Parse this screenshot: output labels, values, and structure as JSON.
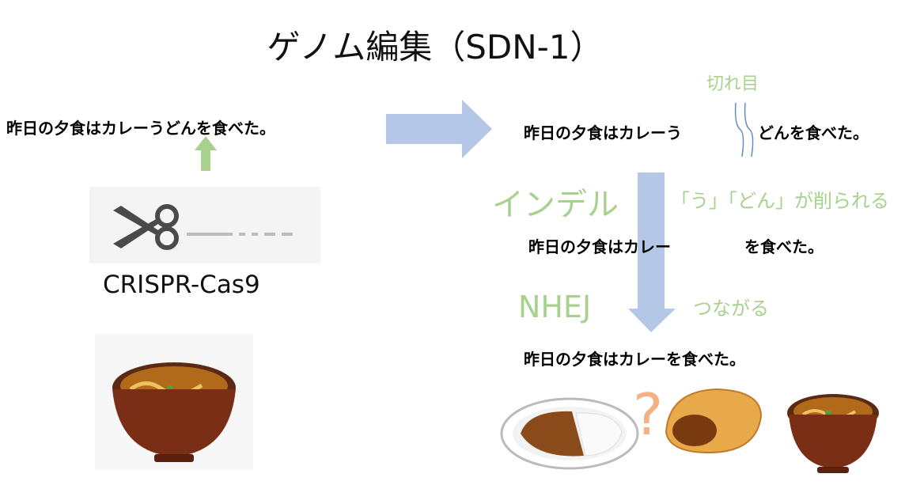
{
  "title": "ゲノム編集（SDN-1）",
  "original_sentence": "昨日の夕食はカレーうどんを食べた。",
  "tool_label": "CRISPR-Cas9",
  "cut": {
    "label": "切れ目",
    "sentence_before": "昨日の夕食はカレーう",
    "sentence_after": "どんを食べた。"
  },
  "indel": {
    "label": "インデル",
    "note": "「う」「どん」が削られる",
    "sentence_before": "昨日の夕食はカレー",
    "sentence_after": "を食べた。"
  },
  "nhej": {
    "label": "NHEJ",
    "note": "つながる",
    "sentence": "昨日の夕食はカレーを食べた。"
  },
  "result_symbol": "?",
  "colors": {
    "arrow_blue": "#b4c7e7",
    "arrow_green": "#a9d18e",
    "label_green": "#a9d18e",
    "question_orange": "#f4b183"
  }
}
